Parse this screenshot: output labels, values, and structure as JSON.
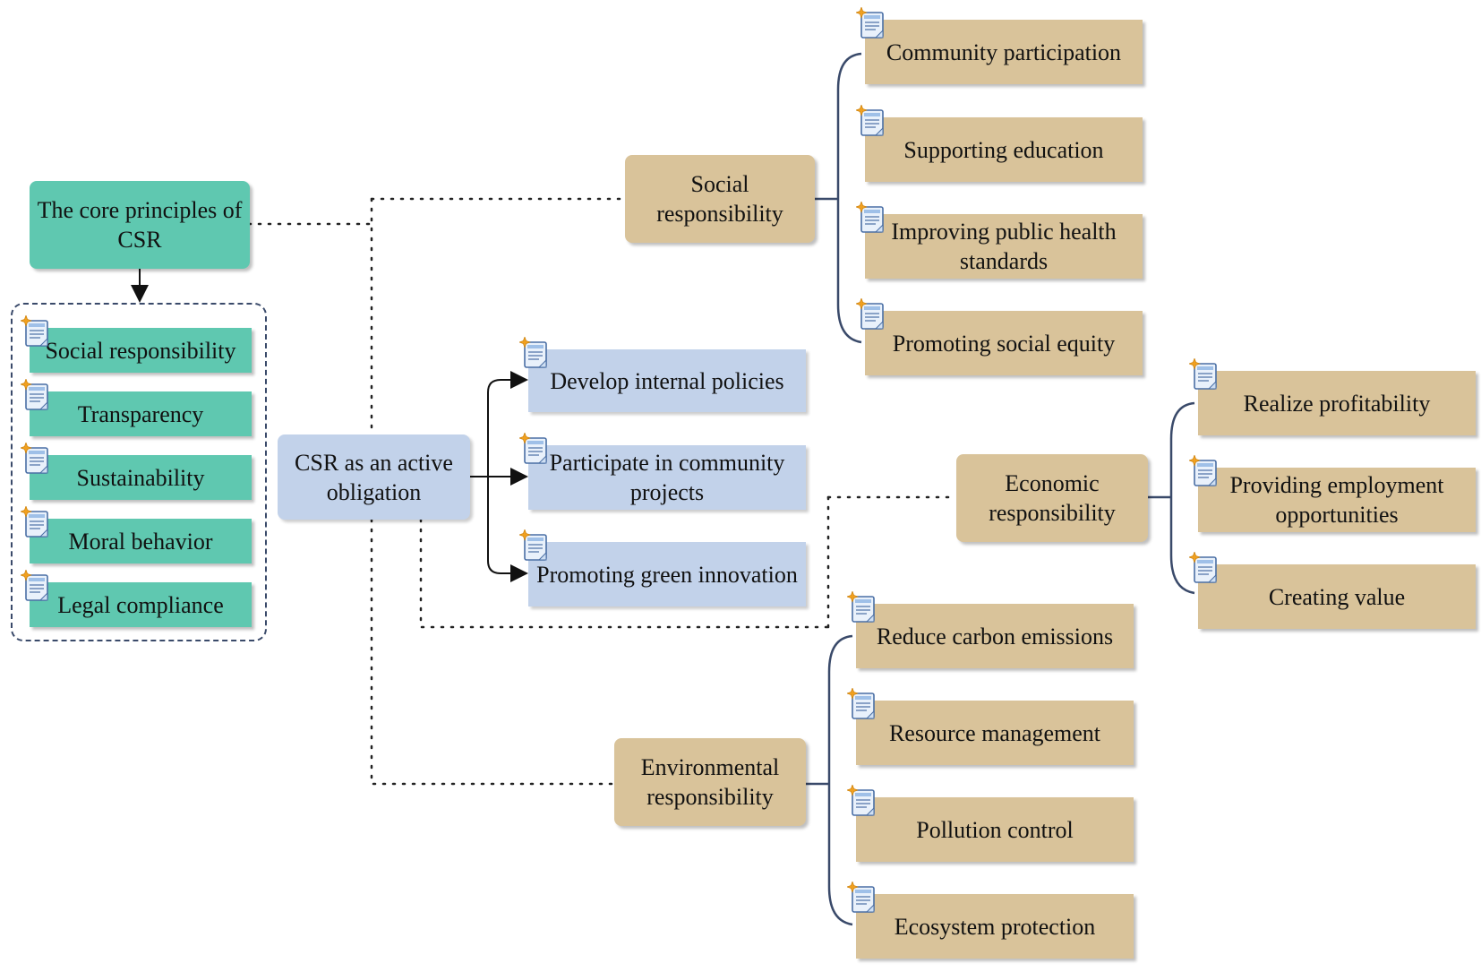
{
  "core": {
    "title": "The core principles of CSR",
    "principles": [
      "Social responsibility",
      "Transparency",
      "Sustainability",
      "Moral behavior",
      "Legal compliance"
    ]
  },
  "center": {
    "label": "CSR as an active obligation",
    "actions": [
      "Develop internal policies",
      "Participate in community projects",
      "Promoting green innovation"
    ]
  },
  "social": {
    "label": "Social responsibility",
    "items": [
      "Community participation",
      "Supporting education",
      "Improving public health standards",
      "Promoting social equity"
    ]
  },
  "economic": {
    "label": "Economic responsibility",
    "items": [
      "Realize profitability",
      "Providing employment opportunities",
      "Creating value"
    ]
  },
  "environmental": {
    "label": "Environmental responsibility",
    "items": [
      "Reduce carbon emissions",
      "Resource management",
      "Pollution control",
      "Ecosystem protection"
    ]
  },
  "colors": {
    "teal": "#5fc8b0",
    "tan": "#d9c39a",
    "blue": "#c2d2ea",
    "line": "#3a4a6a"
  },
  "icons": [
    "document-icon",
    "star-icon"
  ]
}
